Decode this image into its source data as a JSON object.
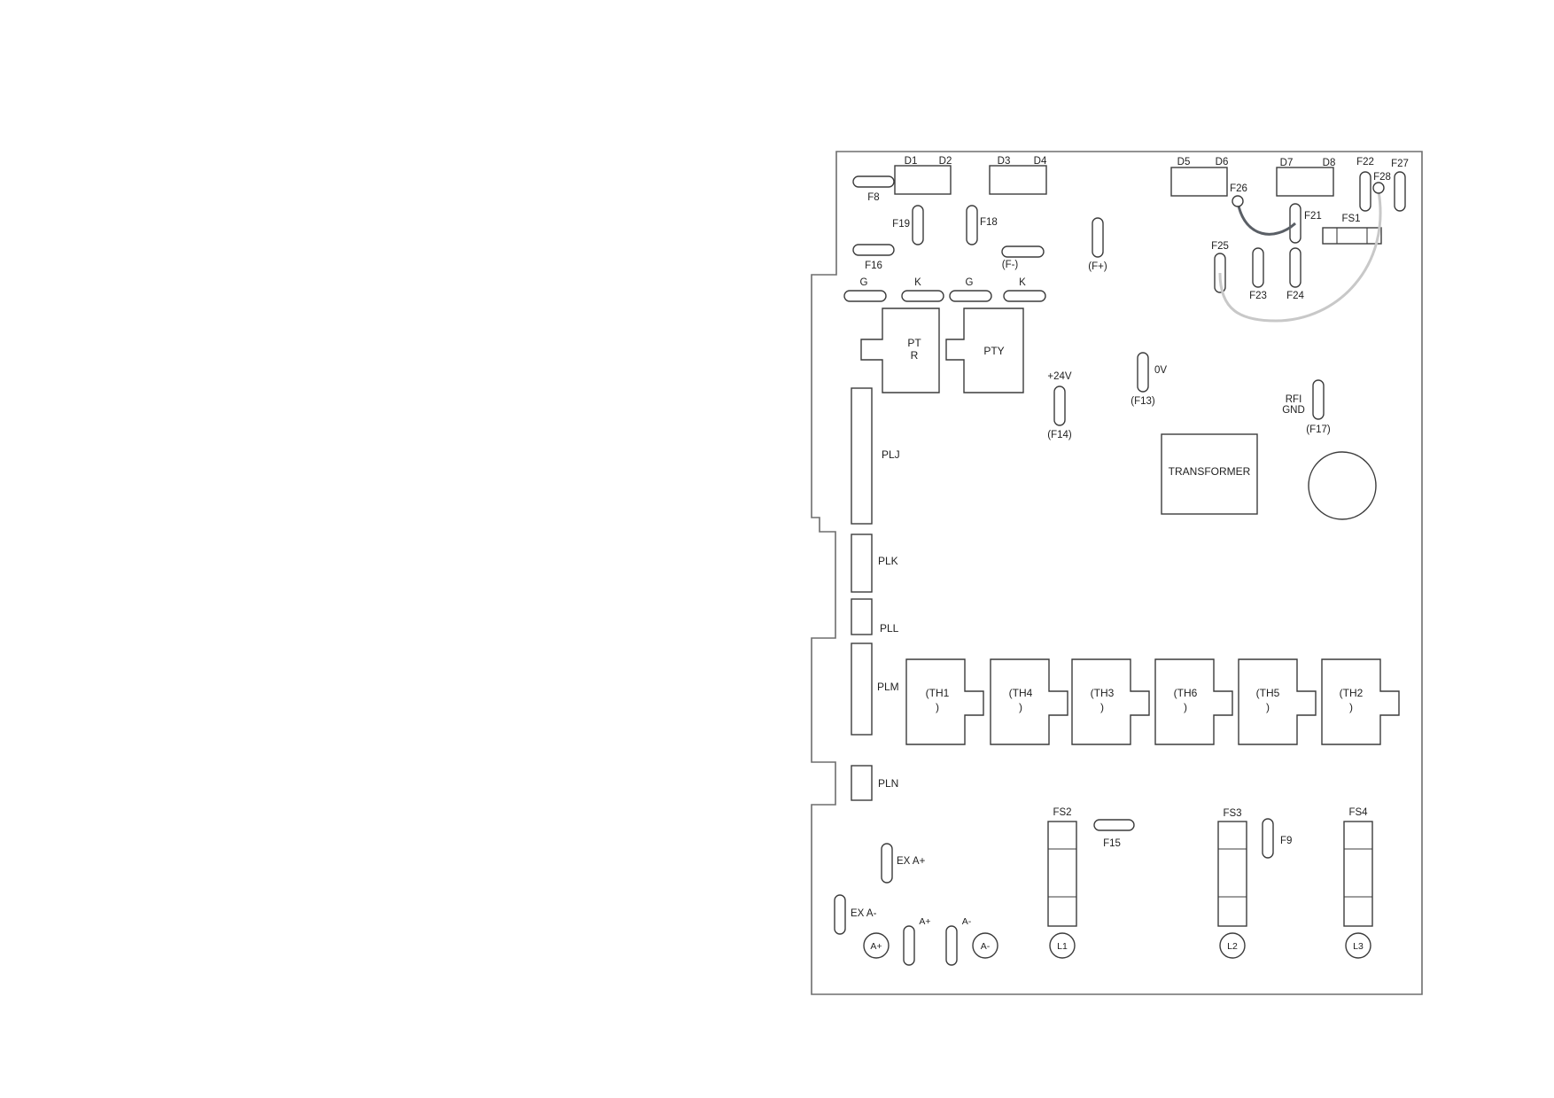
{
  "colors": {
    "board_outline": "#6e6e6e",
    "component_stroke": "#3c3c3c",
    "jumper_dark": "#5a5f66",
    "jumper_light": "#c8c8c8",
    "label_text": "#1e1e1e"
  },
  "labels": {
    "D1": "D1",
    "D2": "D2",
    "D3": "D3",
    "D4": "D4",
    "D5": "D5",
    "D6": "D6",
    "D7": "D7",
    "D8": "D8",
    "F8": "F8",
    "F16": "F16",
    "F19": "F19",
    "F18": "F18",
    "F_minus": "(F-)",
    "F_plus": "(F+)",
    "F22": "F22",
    "F27": "F27",
    "F28": "F28",
    "F26": "F26",
    "F21": "F21",
    "FS1": "FS1",
    "F25": "F25",
    "F23": "F23",
    "F24": "F24",
    "G1": "G",
    "K1": "K",
    "G2": "G",
    "K2": "K",
    "PTR_1": "PT",
    "PTR_2": "R",
    "PTY": "PTY",
    "plus24v": "+24V",
    "F14": "(F14)",
    "zero_v": "0V",
    "F13": "(F13)",
    "RFI": "RFI",
    "GND": "GND",
    "F17": "(F17)",
    "transformer": "TRANSFORMER",
    "PLJ": "PLJ",
    "PLK": "PLK",
    "PLL": "PLL",
    "PLM": "PLM",
    "PLN": "PLN",
    "TH1_a": "(TH1",
    "TH1_b": ")",
    "TH4_a": "(TH4",
    "TH4_b": ")",
    "TH3_a": "(TH3",
    "TH3_b": ")",
    "TH6_a": "(TH6",
    "TH6_b": ")",
    "TH5_a": "(TH5",
    "TH5_b": ")",
    "TH2_a": "(TH2",
    "TH2_b": ")",
    "FS2": "FS2",
    "F15": "F15",
    "FS3": "FS3",
    "F9": "F9",
    "FS4": "FS4",
    "EXA_plus": "EX A+",
    "EXA_minus": "EX A-",
    "A_plus_tag": "A+",
    "A_minus_tag": "A-",
    "A_plus_term": "A+",
    "A_minus_term": "A-",
    "L1": "L1",
    "L2": "L2",
    "L3": "L3"
  }
}
